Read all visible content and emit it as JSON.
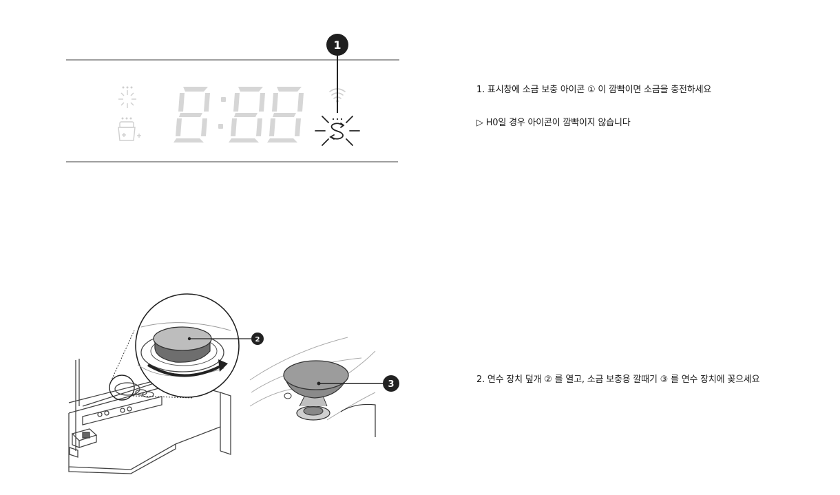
{
  "panel": {
    "callout_number": "1",
    "display_digits": "8:88"
  },
  "install": {
    "callout_2": "2",
    "callout_3": "3"
  },
  "steps": {
    "step1": "1. 표시창에 소금 보충 아이콘 ① 이 깜빡이면 소금을 충전하세요",
    "note1": "▷ H0일 경우 아이콘이 깜빡이지 않습니다",
    "step2": "2. 연수 장치 덮개 ② 를 열고, 소금 보충용 깔때기 ③ 를 연수 장치에 꽂으세요"
  },
  "colors": {
    "line": "#555555",
    "faded": "#d4d4d4",
    "ink": "#222222"
  }
}
